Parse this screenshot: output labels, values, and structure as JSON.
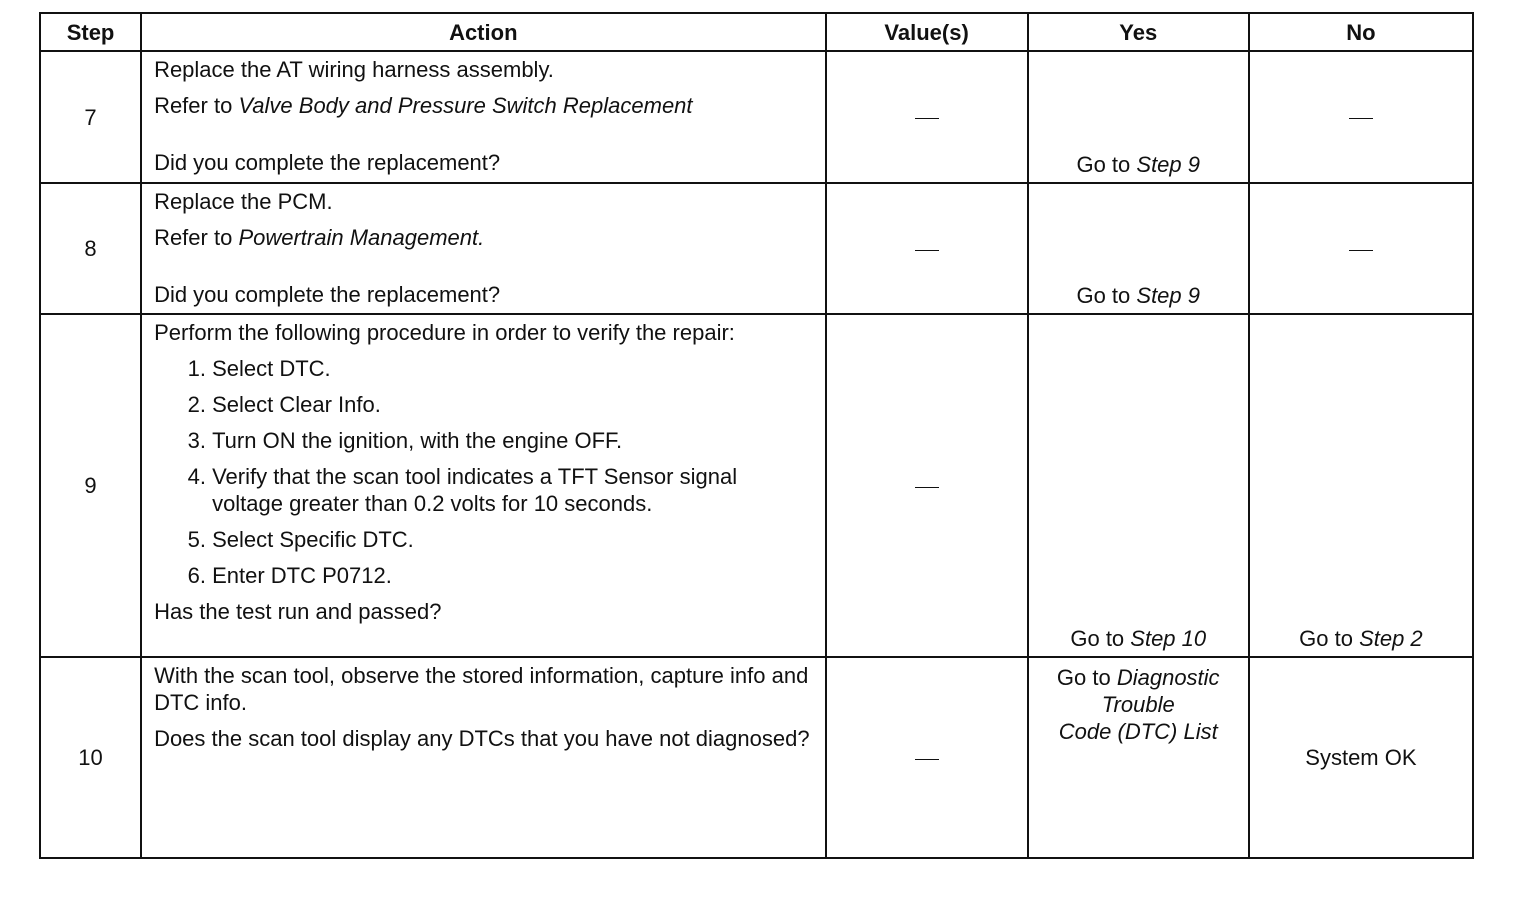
{
  "header": {
    "step": "Step",
    "action": "Action",
    "values": "Value(s)",
    "yes": "Yes",
    "no": "No"
  },
  "rows": [
    {
      "step": "7",
      "action_line1": "Replace the AT wiring harness assembly.",
      "refer_prefix": "Refer to ",
      "refer_ref": "Valve Body and Pressure Switch Replacement",
      "question": "Did you complete the replacement?",
      "value": "—",
      "yes_prefix": "Go to ",
      "yes_ref": "Step 9",
      "no": "—"
    },
    {
      "step": "8",
      "action_line1": "Replace the PCM.",
      "refer_prefix": "Refer to ",
      "refer_ref": "Powertrain Management.",
      "question": "Did you complete the replacement?",
      "value": "—",
      "yes_prefix": "Go to ",
      "yes_ref": "Step 9",
      "no": "—"
    },
    {
      "step": "9",
      "intro": "Perform the following procedure in order to verify the repair:",
      "items": [
        "Select DTC.",
        "Select Clear Info.",
        "Turn ON the ignition, with the engine OFF.",
        "Verify that the scan tool indicates a TFT Sensor signal voltage greater than 0.2 volts for 10 seconds.",
        "Select Specific DTC.",
        "Enter DTC P0712."
      ],
      "question": "Has the test run and passed?",
      "value": "—",
      "yes_prefix": "Go to ",
      "yes_ref": "Step 10",
      "no_prefix": "Go to ",
      "no_ref": "Step 2"
    },
    {
      "step": "10",
      "action_line1": "With the scan tool, observe the stored information, capture info and DTC info.",
      "question": "Does the scan tool display any DTCs that you have not diagnosed?",
      "value": "—",
      "yes_prefix": "Go to ",
      "yes_ref_line1": "Diagnostic",
      "yes_ref_line2": "Trouble",
      "yes_ref_line3": "Code (DTC) List",
      "no": "System OK"
    }
  ]
}
